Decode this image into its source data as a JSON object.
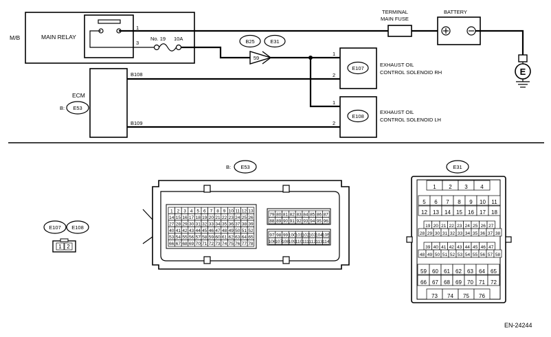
{
  "schematic": {
    "mb_label": "M/B",
    "main_relay_label": "MAIN RELAY",
    "relay_pin_1": "1",
    "relay_pin_3": "3",
    "fuse_label": "No. 19",
    "fuse_rating": "10A",
    "terminal_fuse_label_line1": "TERMINAL",
    "terminal_fuse_label_line2": "MAIN FUSE",
    "battery_label": "BATTERY",
    "connector_b25": "B25",
    "connector_e31": "E31",
    "joint_pin": "59",
    "ecm_label": "ECM",
    "ecm_connector_prefix": "B:",
    "ecm_connector": "E53",
    "ecm_pin_b108": "B108",
    "ecm_pin_b109": "B109",
    "sol_rh_connector": "E107",
    "sol_rh_name_line1": "EXHAUST OIL",
    "sol_rh_name_line2": "CONTROL SOLENOID RH",
    "sol_lh_connector": "E108",
    "sol_lh_name_line1": "EXHAUST OIL",
    "sol_lh_name_line2": "CONTROL SOLENOID LH",
    "pin_rh_1": "1",
    "pin_rh_2": "2",
    "pin_lh_1": "1",
    "pin_lh_2": "2",
    "ground_symbol": "E"
  },
  "connectors": {
    "e53_prefix": "B:",
    "e53_label": "E53",
    "e31_label": "E31",
    "e107_label": "E107",
    "e108_label": "E108",
    "e107_pins": [
      "1",
      "2"
    ],
    "e53_left_rows": [
      [
        "1",
        "2",
        "3",
        "4",
        "5",
        "6",
        "7",
        "8",
        "9",
        "10",
        "11",
        "12",
        "13"
      ],
      [
        "14",
        "15",
        "16",
        "17",
        "18",
        "19",
        "20",
        "21",
        "22",
        "23",
        "24",
        "25",
        "26"
      ],
      [
        "27",
        "28",
        "29",
        "30",
        "31",
        "32",
        "33",
        "34",
        "35",
        "36",
        "37",
        "38",
        "39"
      ],
      [
        "40",
        "41",
        "42",
        "43",
        "44",
        "45",
        "46",
        "47",
        "48",
        "49",
        "50",
        "51",
        "52"
      ],
      [
        "53",
        "54",
        "55",
        "56",
        "57",
        "58",
        "59",
        "60",
        "61",
        "62",
        "63",
        "64",
        "65"
      ],
      [
        "66",
        "67",
        "68",
        "69",
        "70",
        "71",
        "72",
        "73",
        "74",
        "75",
        "76",
        "77",
        "78"
      ]
    ],
    "e53_right_top_rows": [
      [
        "79",
        "80",
        "81",
        "82",
        "83",
        "84",
        "85",
        "86",
        "87"
      ],
      [
        "88",
        "89",
        "90",
        "91",
        "92",
        "93",
        "94",
        "95",
        "96"
      ]
    ],
    "e53_right_bottom_rows": [
      [
        "97",
        "98",
        "99",
        "100",
        "101",
        "102",
        "103",
        "104",
        "105"
      ],
      [
        "106",
        "107",
        "108",
        "109",
        "110",
        "111",
        "112",
        "113",
        "114"
      ]
    ],
    "e31_rows": [
      [
        "1",
        "2",
        "3",
        "4"
      ],
      [
        "5",
        "6",
        "7",
        "8",
        "9",
        "10",
        "11"
      ],
      [
        "12",
        "13",
        "14",
        "15",
        "16",
        "17",
        "18"
      ],
      [
        "19",
        "20",
        "21",
        "22",
        "23",
        "24",
        "25",
        "26",
        "27"
      ],
      [
        "28",
        "29",
        "30",
        "31",
        "32",
        "33",
        "34",
        "35",
        "36",
        "37",
        "38"
      ],
      [
        "39",
        "40",
        "41",
        "42",
        "43",
        "44",
        "45",
        "46",
        "47"
      ],
      [
        "48",
        "49",
        "50",
        "51",
        "52",
        "53",
        "54",
        "55",
        "56",
        "57",
        "58"
      ],
      [
        "59",
        "60",
        "61",
        "62",
        "63",
        "64",
        "65"
      ],
      [
        "66",
        "67",
        "68",
        "69",
        "70",
        "71",
        "72"
      ],
      [
        "73",
        "74",
        "75",
        "76"
      ]
    ]
  },
  "figure_id": "EN-24244"
}
